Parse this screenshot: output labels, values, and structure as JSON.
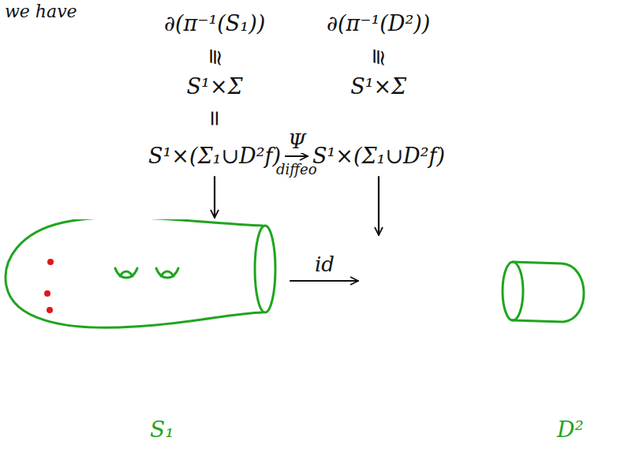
{
  "diagram": {
    "nodes": [
      {
        "text": [
          "∂(π⁻¹(S₁))",
          "≅",
          "S¹×Σ",
          "="
        ]
      },
      {
        "text": [
          "S¹×(Σ₁∪D²f)"
        ]
      },
      {
        "text": [
          "∂(π⁻¹(D²))",
          "≅",
          "S¹×Σ"
        ]
      },
      {
        "text": [
          "S¹×(Σ₁∪D²f)"
        ]
      },
      {
        "text": [
          "S₁"
        ]
      },
      {
        "text": [
          "D²"
        ]
      }
    ],
    "edges": [
      {
        "from": 1,
        "to": 3,
        "label": "Ψ",
        "arrow": "to"
      },
      {
        "from": 1,
        "to": 4,
        "arrow": "to"
      },
      {
        "from": 3,
        "to": 5,
        "arrow": "to"
      },
      {
        "from": 4,
        "to": 5,
        "label": "id",
        "arrow": "to"
      }
    ],
    "labels": [
      "we have",
      "diffeo"
    ]
  }
}
